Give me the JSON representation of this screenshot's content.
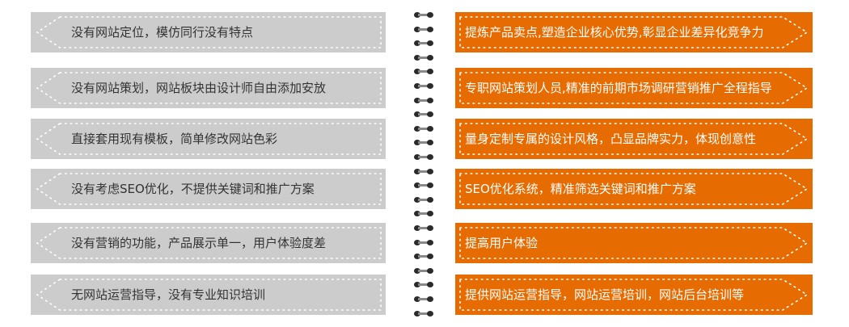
{
  "comparison": {
    "left_column": {
      "style": "gray-box-left-arrow",
      "color": "#cccccc",
      "text_color": "#333333",
      "items": [
        {
          "label": "没有网站定位，模仿同行没有特点"
        },
        {
          "label": "没有网站策划，网站板块由设计师自由添加安放"
        },
        {
          "label": "直接套用现有模板，简单修改网站色彩"
        },
        {
          "label": "没有考虑SEO优化，不提供关键词和推广方案"
        },
        {
          "label": "没有营销的功能，产品展示单一，用户体验度差"
        },
        {
          "label": "无网站运营指导，没有专业知识培训"
        }
      ]
    },
    "right_column": {
      "style": "orange-box-right-arrow",
      "color": "#e66b00",
      "text_color": "#ffffff",
      "items": [
        {
          "label": "提炼产品卖点,塑造企业核心优势,彰显企业差异化竞争力"
        },
        {
          "label": "专职网站策划人员,精准的前期市场调研营销推广全程指导"
        },
        {
          "label": "量身定制专属的设计风格，凸显品牌实力，体现创意性"
        },
        {
          "label": "SEO优化系统，精准筛选关键词和推广方案"
        },
        {
          "label": "提高用户体验"
        },
        {
          "label": "提供网站运营指导，网站运营培训，网站后台培训等"
        }
      ]
    },
    "divider": {
      "icon": "spiral-binding-icon",
      "ring_count": 22
    }
  }
}
